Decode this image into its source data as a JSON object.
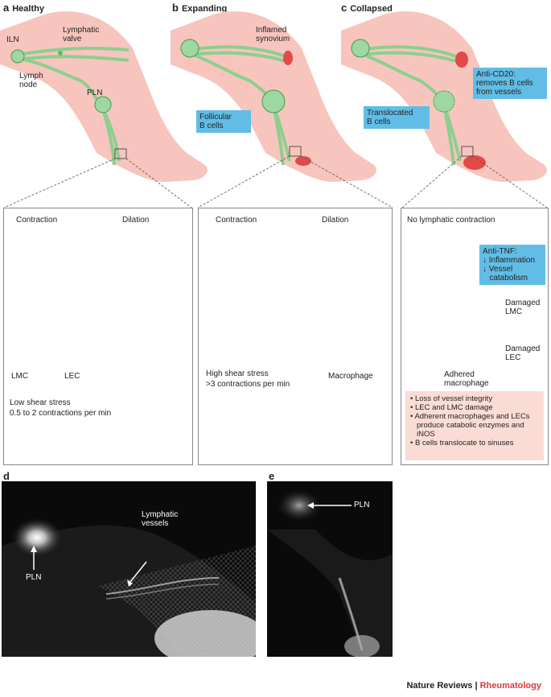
{
  "panels": {
    "a": {
      "letter": "a",
      "title": "Healthy"
    },
    "b": {
      "letter": "b",
      "title": "Expanding"
    },
    "c": {
      "letter": "c",
      "title": "Collapsed"
    },
    "d": {
      "letter": "d"
    },
    "e": {
      "letter": "e"
    }
  },
  "labels": {
    "iln": "ILN",
    "lymphatic_valve": "Lymphatic\nvalve",
    "lymph_node": "Lymph\nnode",
    "pln": "PLN",
    "inflamed_synovium": "Inflamed\nsynovium",
    "follicular_b": "Follicular\nB cells",
    "anti_cd20": "Anti-CD20:\nremoves B cells\nfrom vessels",
    "translocated_b": "Translocated\nB cells",
    "contraction": "Contraction",
    "dilation": "Dilation",
    "lmc": "LMC",
    "lec": "LEC",
    "macrophage": "Macrophage",
    "no_contraction": "No lymphatic contraction",
    "anti_tnf": "Anti-TNF:\n↓ Inflammation\n↓ Vessel\n   catabolism",
    "damaged_lmc": "Damaged\nLMC",
    "damaged_lec": "Damaged\nLEC",
    "adhered_macrophage": "Adhered\nmacrophage",
    "low_shear": "Low shear stress\n0.5 to 2 contractions per min",
    "high_shear": "High shear stress\n>3 contractions per min",
    "lymphatic_vessels": "Lymphatic\nvessels",
    "pln_d": "PLN",
    "pln_e": "PLN"
  },
  "bullets": [
    "• Loss of vessel integrity",
    "• LEC and LMC damage",
    "• Adherent macrophages and LECs produce catabolic enzymes and iNOS",
    "• B cells translocate to sinuses"
  ],
  "footer": {
    "journal": "Nature Reviews",
    "sep": " | ",
    "section": "Rheumatology"
  },
  "colors": {
    "skin": "#f7c5bd",
    "vessel": "#9fd7a3",
    "vessel_dark": "#3a9e4a",
    "lumen": "#e9826c",
    "lmc": "#5bb6e3",
    "callout": "#61bde6",
    "bullet_bg": "#fbdcd4",
    "synovium": "#e24a4a",
    "trace": "#1f3c7a"
  }
}
